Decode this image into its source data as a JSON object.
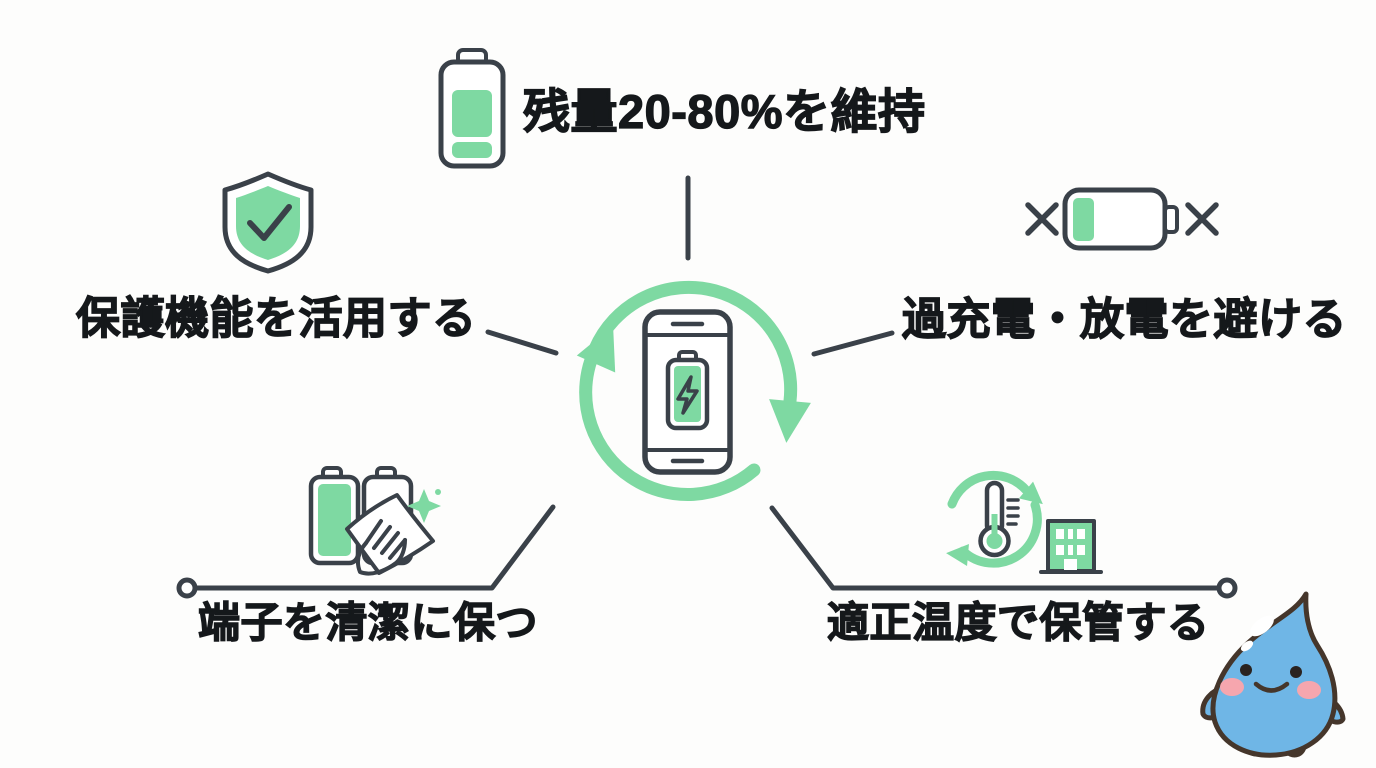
{
  "colors": {
    "bg": "#fdfdfc",
    "green": "#7ed9a2",
    "outline": "#3a4149",
    "text": "#15181b",
    "mascot_blue": "#6fb6e6",
    "mascot_outline": "#45362b",
    "cheek": "#f6a6ae"
  },
  "labels": {
    "top": "残量20-80%を維持",
    "left": "保護機能を活用する",
    "right": "過充電・放電を避ける",
    "bottom_left": "端子を清潔に保つ",
    "bottom_right": "適正温度で保管する"
  },
  "icons": {
    "top": "battery-charged-icon",
    "left": "shield-check-icon",
    "right": "battery-low-crossed-icon",
    "center": "smartphone-battery-cycle-icon",
    "bottom_left": "battery-cleaning-icon",
    "bottom_right": "thermometer-cycle-building-icon",
    "mascot": "water-drop-mascot"
  }
}
